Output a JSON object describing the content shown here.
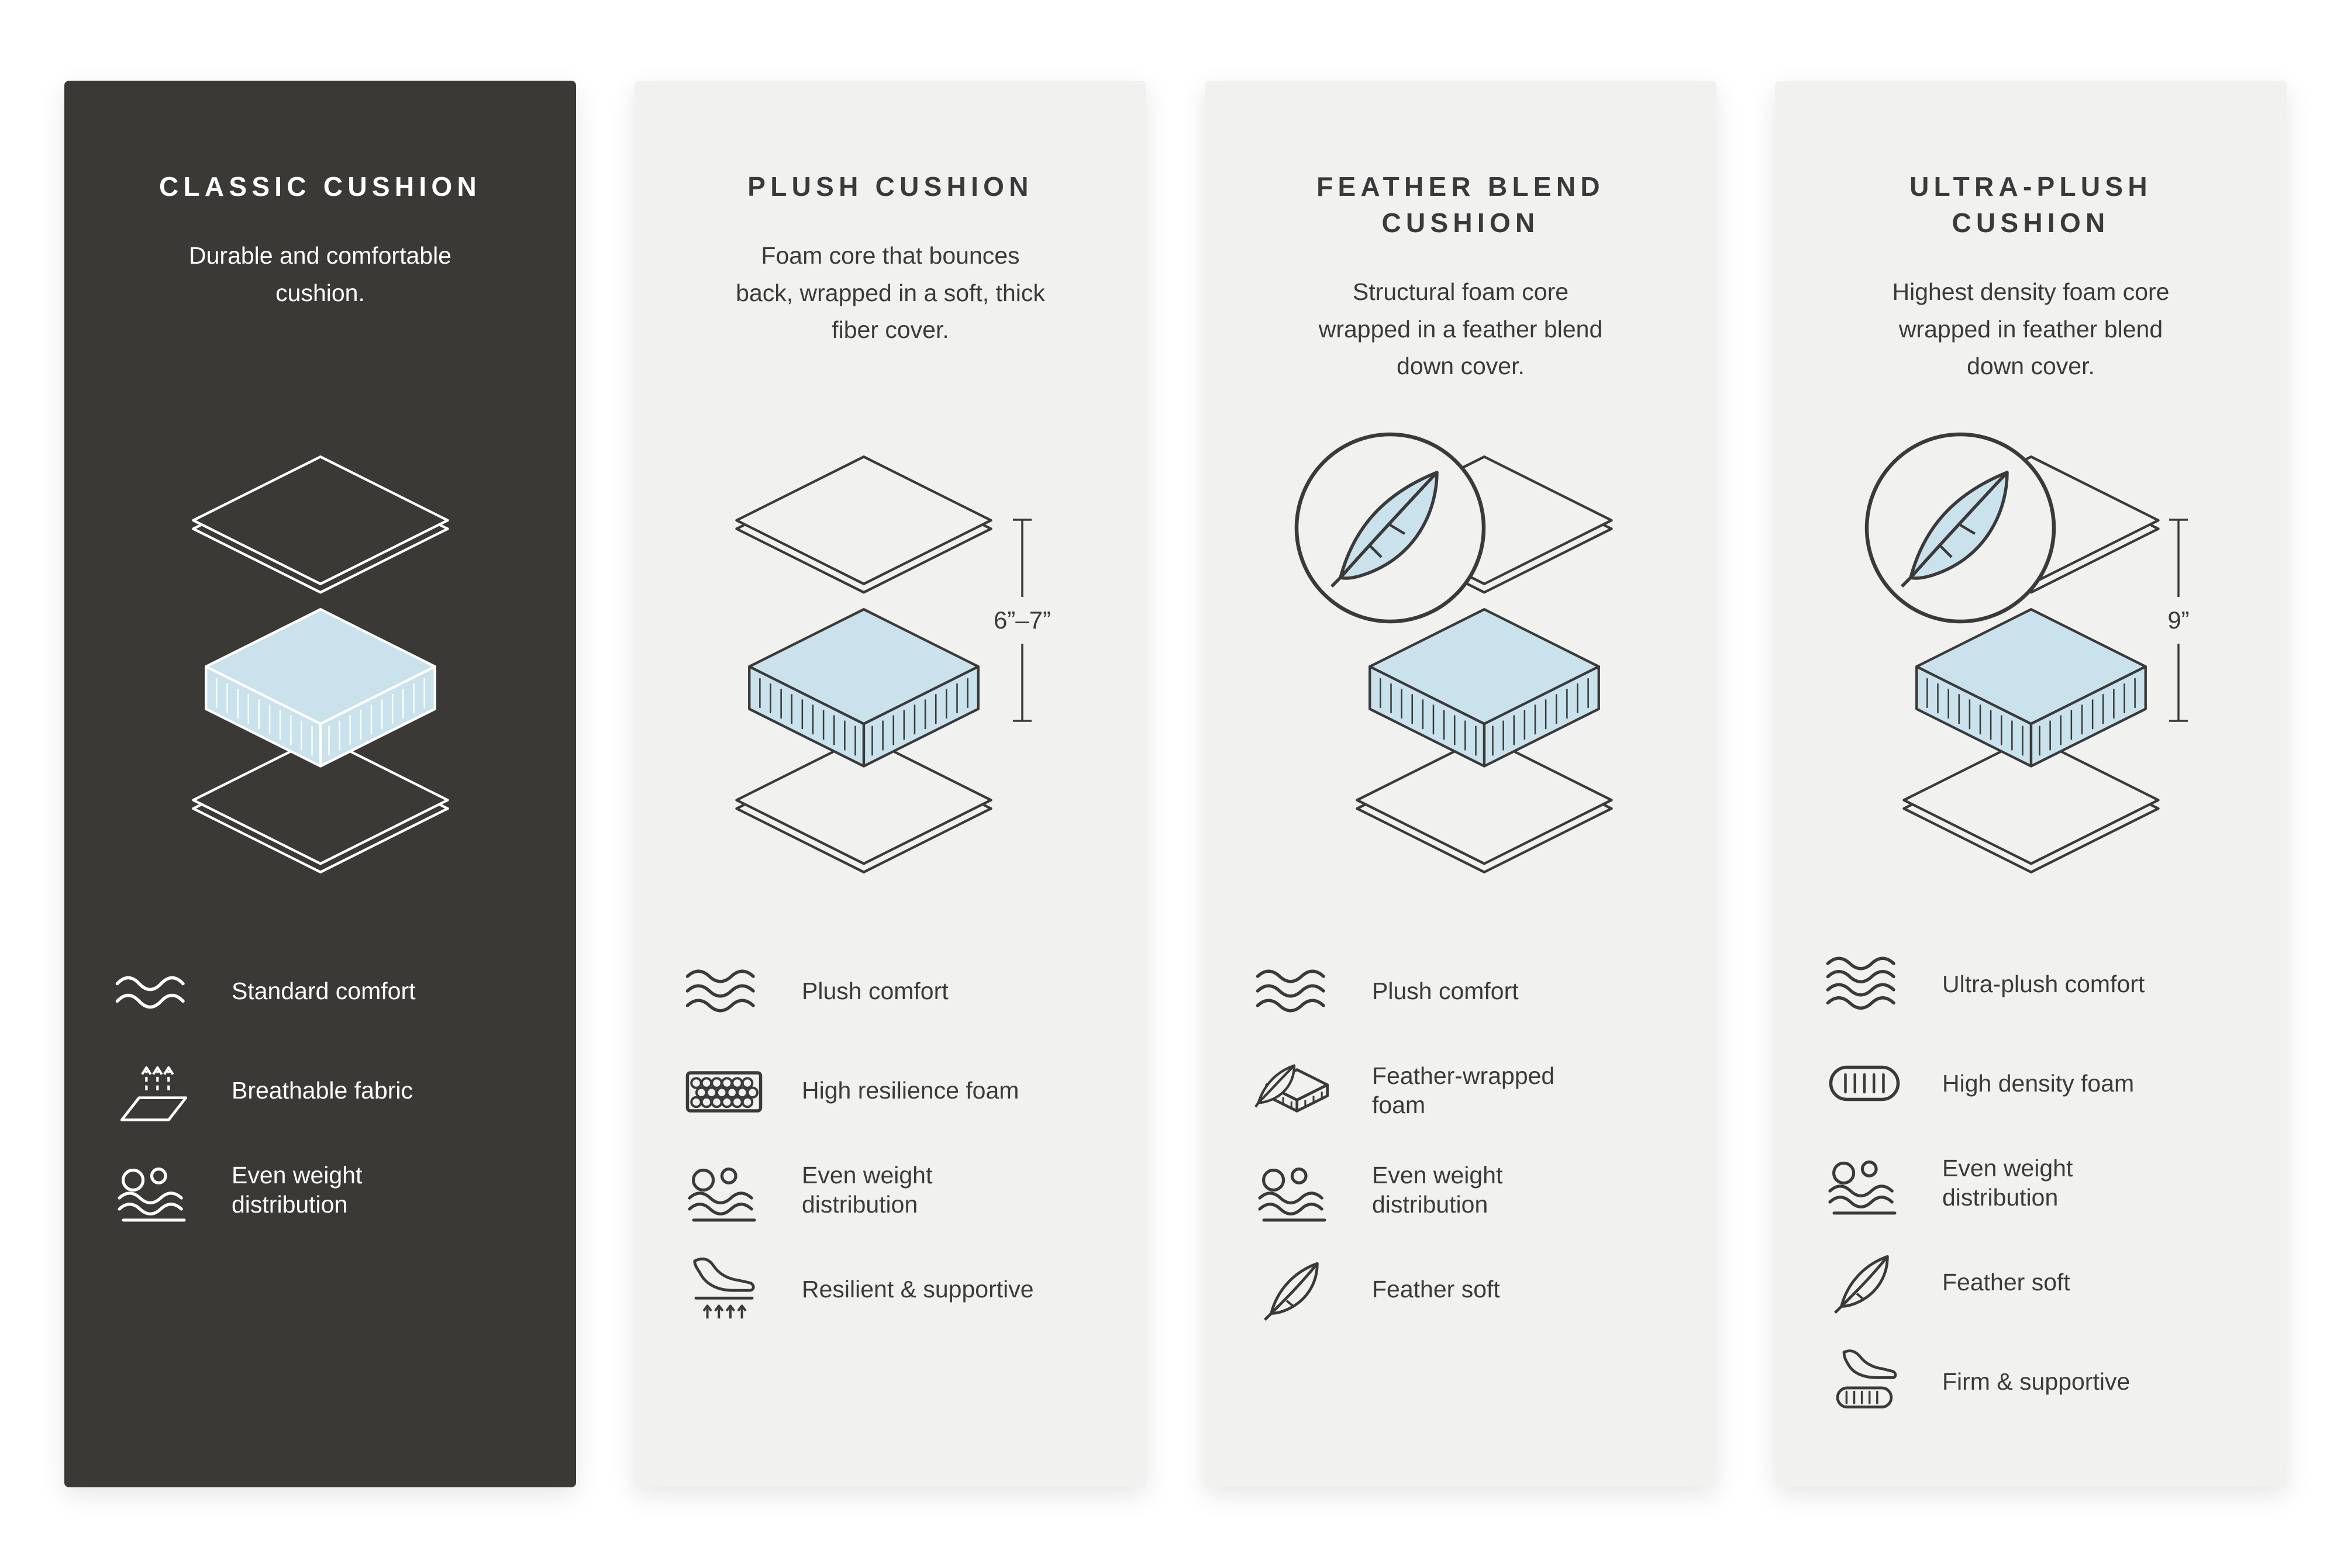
{
  "colors": {
    "page_background": "#ffffff",
    "dark_panel": "#3a3936",
    "light_panel": "#f1f1ef",
    "foam_blue": "#c9e2ec",
    "ink": "#3a3a3a",
    "ink_inverse": "#ffffff"
  },
  "panels": [
    {
      "id": "classic-cushion",
      "theme": "dark",
      "title": "CLASSIC CUSHION",
      "description": "Durable and comfortable cushion.",
      "diagram": {
        "feather_badge": false,
        "measurement": ""
      },
      "features": [
        {
          "icon": "waves-icon",
          "label": "Standard comfort"
        },
        {
          "icon": "breathable-fabric-icon",
          "label": "Breathable fabric"
        },
        {
          "icon": "even-weight-icon",
          "label": "Even weight distribution"
        }
      ]
    },
    {
      "id": "plush-cushion",
      "theme": "light",
      "title": "PLUSH CUSHION",
      "description": "Foam core that bounces back, wrapped in a soft, thick fiber cover.",
      "diagram": {
        "feather_badge": false,
        "measurement": "6”–7”"
      },
      "features": [
        {
          "icon": "waves-icon",
          "label": "Plush comfort"
        },
        {
          "icon": "foam-cells-icon",
          "label": "High resilience foam"
        },
        {
          "icon": "even-weight-icon",
          "label": "Even weight distribution"
        },
        {
          "icon": "press-hand-icon",
          "label": "Resilient & supportive"
        }
      ]
    },
    {
      "id": "feather-blend-cushion",
      "theme": "light",
      "title": "FEATHER BLEND CUSHION",
      "description": "Structural foam core wrapped in a feather blend down cover.",
      "diagram": {
        "feather_badge": true,
        "measurement": ""
      },
      "features": [
        {
          "icon": "waves-icon",
          "label": "Plush comfort"
        },
        {
          "icon": "feather-foam-icon",
          "label": "Feather-wrapped foam"
        },
        {
          "icon": "even-weight-icon",
          "label": "Even weight distribution"
        },
        {
          "icon": "feather-icon",
          "label": "Feather soft"
        }
      ]
    },
    {
      "id": "ultra-plush-cushion",
      "theme": "light",
      "title": "ULTRA-PLUSH CUSHION",
      "description": "Highest density foam core wrapped in feather blend down cover.",
      "diagram": {
        "feather_badge": true,
        "measurement": "9”"
      },
      "features": [
        {
          "icon": "waves-icon",
          "label": "Ultra-plush comfort"
        },
        {
          "icon": "density-foam-icon",
          "label": "High density foam"
        },
        {
          "icon": "even-weight-icon",
          "label": "Even weight distribution"
        },
        {
          "icon": "feather-icon",
          "label": "Feather soft"
        },
        {
          "icon": "press-hand-icon",
          "label": "Firm & supportive"
        }
      ]
    }
  ]
}
